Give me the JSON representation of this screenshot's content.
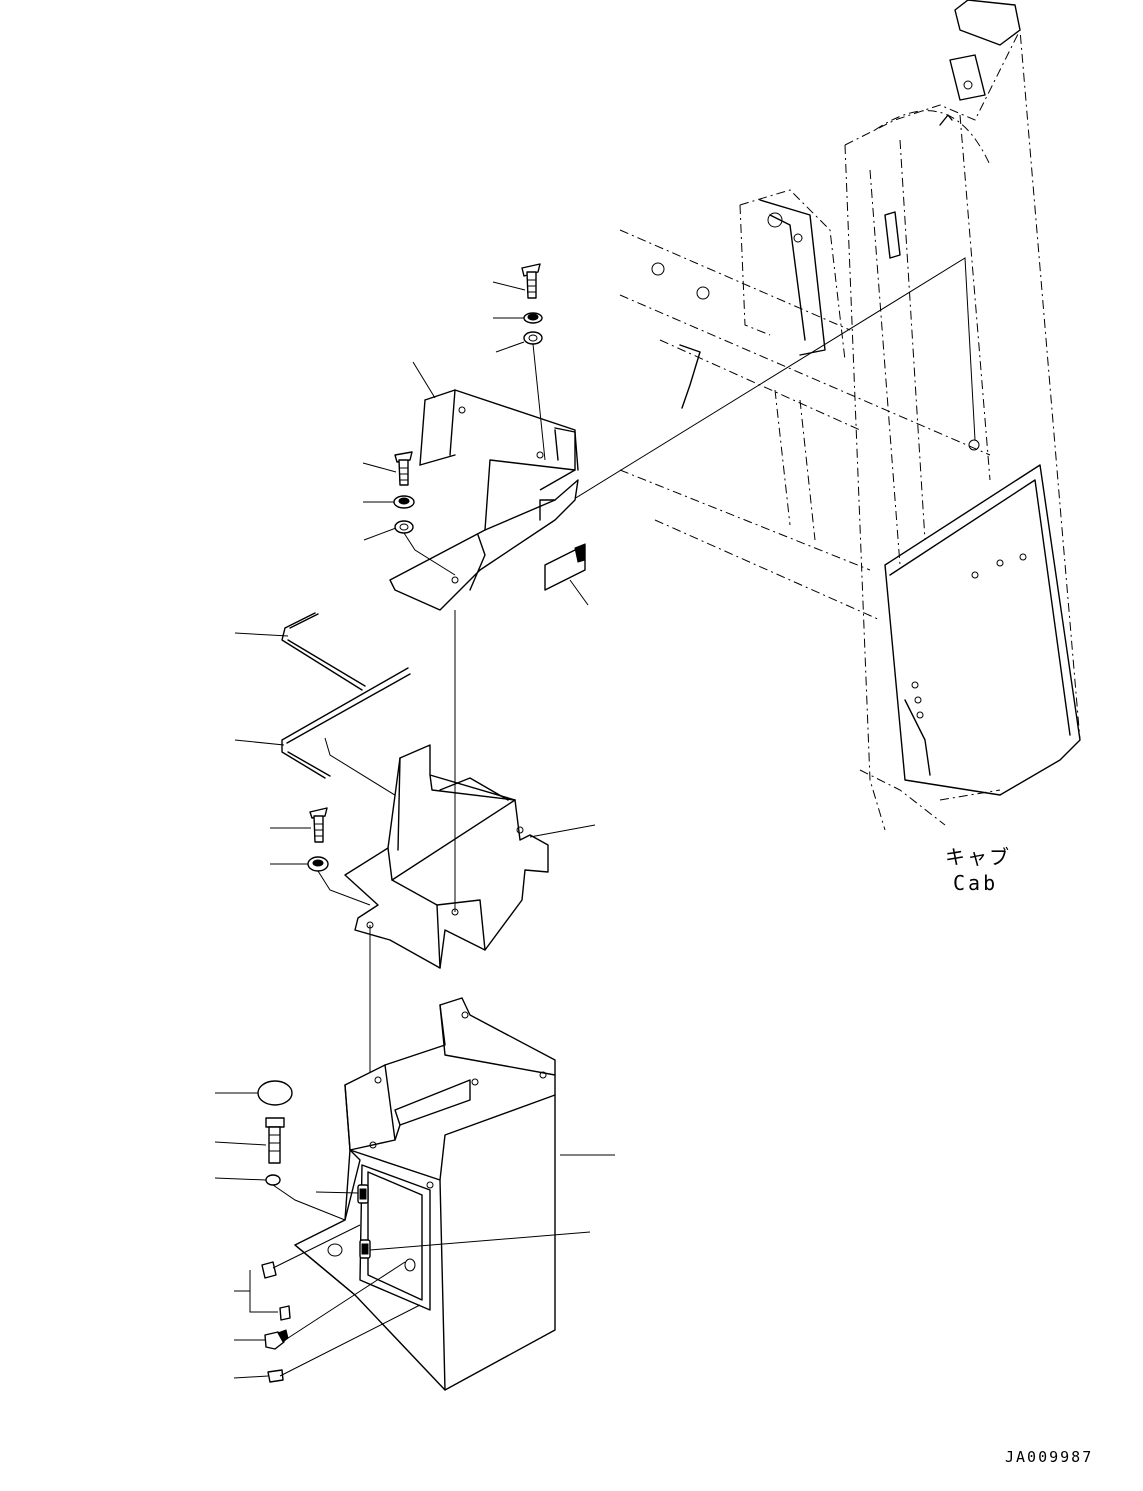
{
  "labels": {
    "cab_jp": "キャブ",
    "cab_en": "Cab",
    "drawing_code": "JA009987"
  },
  "colors": {
    "line": "#000000",
    "background": "#ffffff"
  }
}
